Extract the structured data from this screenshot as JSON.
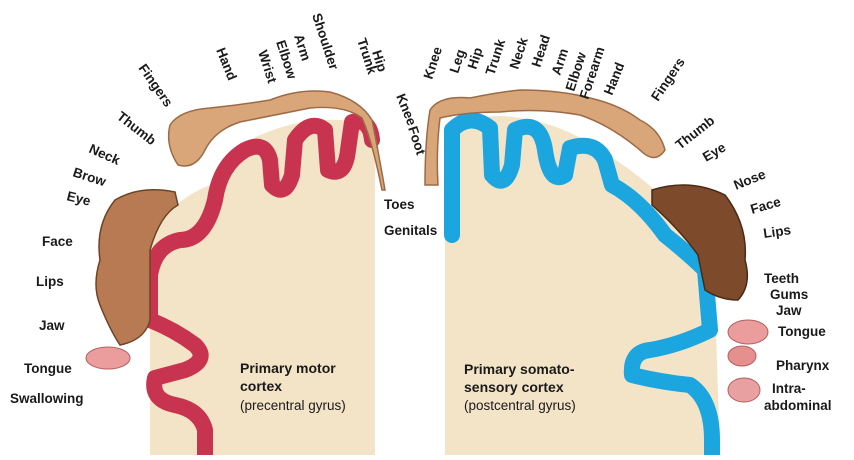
{
  "motor": {
    "title_line1": "Primary motor",
    "title_line2": "cortex",
    "subtitle": "(precentral gyrus)",
    "labels": [
      "Toes",
      "Foot",
      "Knee",
      "Hip",
      "Trunk",
      "Shoulder",
      "Arm",
      "Elbow",
      "Wrist",
      "Hand",
      "Fingers",
      "Thumb",
      "Neck",
      "Brow",
      "Eye",
      "Face",
      "Lips",
      "Jaw",
      "Tongue",
      "Swallowing"
    ]
  },
  "sensory": {
    "title_line1": "Primary somato-",
    "title_line2": "sensory cortex",
    "subtitle": "(postcentral gyrus)",
    "labels": [
      "Genitals",
      "Knee",
      "Leg",
      "Hip",
      "Trunk",
      "Neck",
      "Head",
      "Arm",
      "Elbow",
      "Forearm",
      "Hand",
      "Fingers",
      "Thumb",
      "Eye",
      "Nose",
      "Face",
      "Lips",
      "Teeth",
      "Gums",
      "Jaw",
      "Tongue",
      "Pharynx",
      "Intra-",
      "abdominal"
    ]
  },
  "colors": {
    "motor_cortex": "#c8344f",
    "sensory_cortex": "#1ba6e0",
    "white_matter": "#f3e4c8",
    "skin": "#d9a67a"
  }
}
